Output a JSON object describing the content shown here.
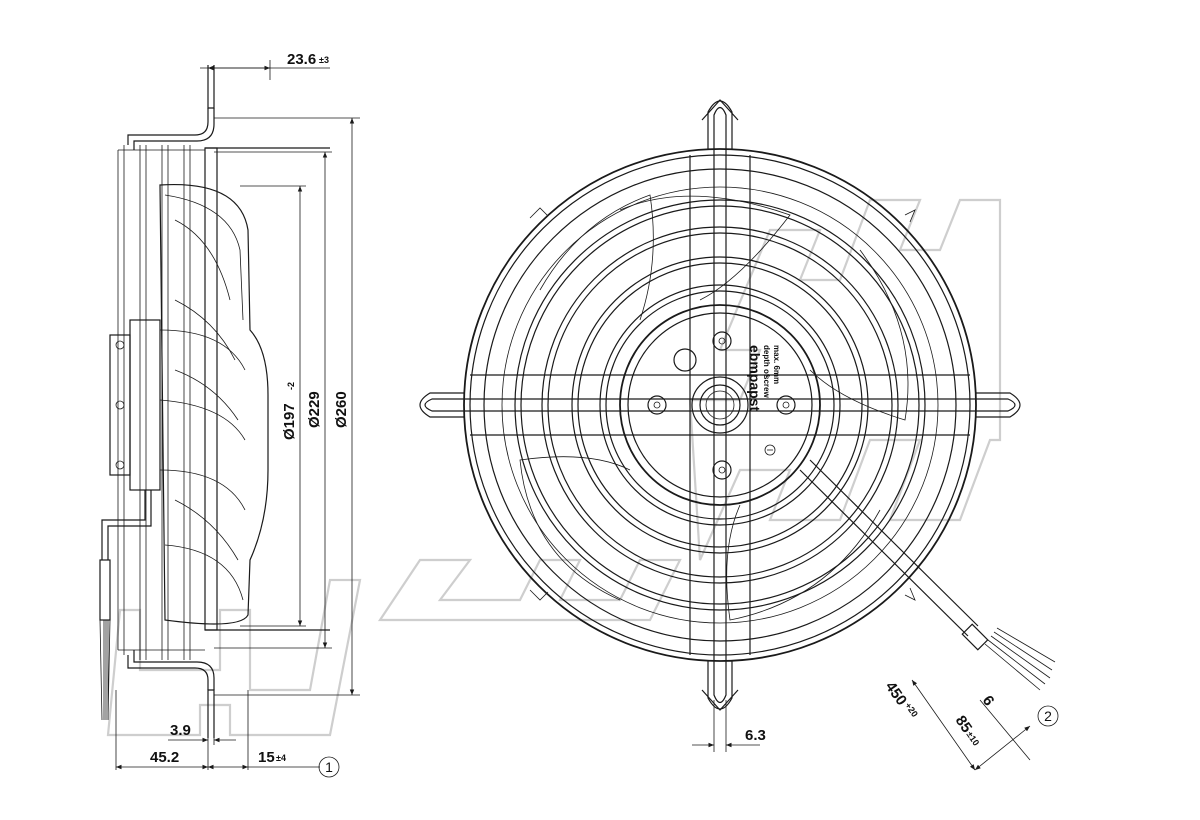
{
  "dimensions": {
    "top_offset": {
      "value": "23.6",
      "tol": "±3"
    },
    "dia_197": {
      "value": "Ø197",
      "tol": "-2"
    },
    "dia_229": {
      "value": "Ø229"
    },
    "dia_260": {
      "value": "Ø260"
    },
    "d_3_9": {
      "value": "3.9"
    },
    "d_45_2": {
      "value": "45.2"
    },
    "d_15": {
      "value": "15",
      "tol": "±4"
    },
    "d_6_3": {
      "value": "6.3"
    },
    "cable_450": {
      "value": "450",
      "tol": "+20"
    },
    "cable_6": {
      "value": "6"
    },
    "cable_85": {
      "value": "85",
      "tol": "±10"
    }
  },
  "callouts": {
    "c1": "1",
    "c2": "2"
  },
  "label_plate": {
    "brand": "ebmpapst",
    "line1": "depth of",
    "line2": "screw",
    "line3": "max. 6mm"
  },
  "watermark_icon": "brand-watermark-outline"
}
